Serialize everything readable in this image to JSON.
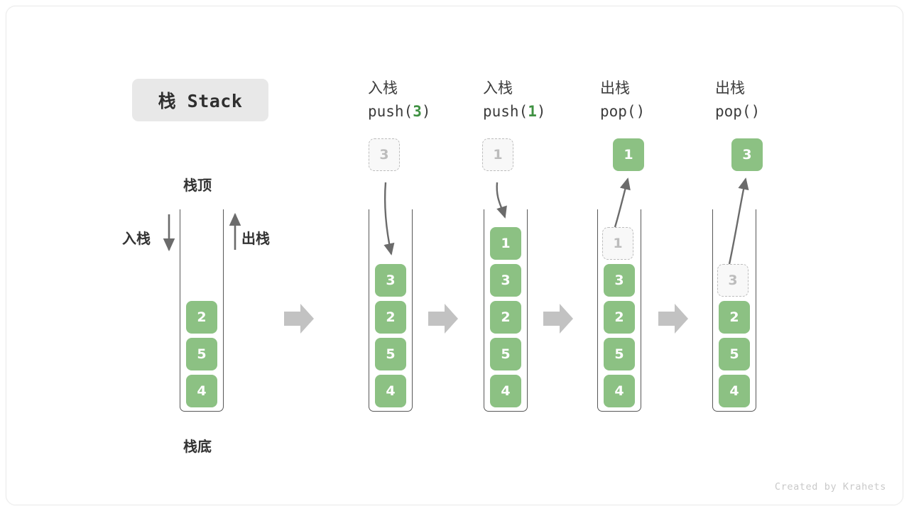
{
  "title": {
    "text": "栈 Stack"
  },
  "legend": {
    "top_label": "栈顶",
    "bottom_label": "栈底",
    "push_label": "入栈",
    "pop_label": "出栈"
  },
  "columns": [
    {
      "id": "initial",
      "head_line1": "",
      "head_line2": "",
      "head_arg": "",
      "stack": [
        "2",
        "5",
        "4"
      ],
      "floating": null,
      "ghost_in_stack": null
    },
    {
      "id": "push-3",
      "head_line1": "入栈",
      "head_line2_pre": "push(",
      "head_arg": "3",
      "head_line2_post": ")",
      "stack": [
        "3",
        "2",
        "5",
        "4"
      ],
      "floating": {
        "value": "3",
        "style": "ghost"
      },
      "ghost_in_stack": null
    },
    {
      "id": "push-1",
      "head_line1": "入栈",
      "head_line2_pre": "push(",
      "head_arg": "1",
      "head_line2_post": ")",
      "stack": [
        "1",
        "3",
        "2",
        "5",
        "4"
      ],
      "floating": {
        "value": "1",
        "style": "ghost"
      },
      "ghost_in_stack": null
    },
    {
      "id": "pop-1",
      "head_line1": "出栈",
      "head_line2_pre": "pop(",
      "head_arg": "",
      "head_line2_post": ")",
      "stack": [
        "3",
        "2",
        "5",
        "4"
      ],
      "floating": {
        "value": "1",
        "style": "solid"
      },
      "ghost_in_stack": {
        "value": "1"
      }
    },
    {
      "id": "pop-2",
      "head_line1": "出栈",
      "head_line2_pre": "pop(",
      "head_arg": "",
      "head_line2_post": ")",
      "stack": [
        "2",
        "5",
        "4"
      ],
      "floating": {
        "value": "3",
        "style": "solid"
      },
      "ghost_in_stack": {
        "value": "3"
      }
    }
  ],
  "colors": {
    "element_green": "#8cc183",
    "arg_green": "#3f9142",
    "ghost_fill": "#f8f8f8",
    "ghost_border": "#bdbdbd",
    "container_stroke": "#575757",
    "block_arrow": "#c2c2c2",
    "title_chip_bg": "#e8e8e8"
  },
  "footer": {
    "text": "Created by Krahets"
  }
}
